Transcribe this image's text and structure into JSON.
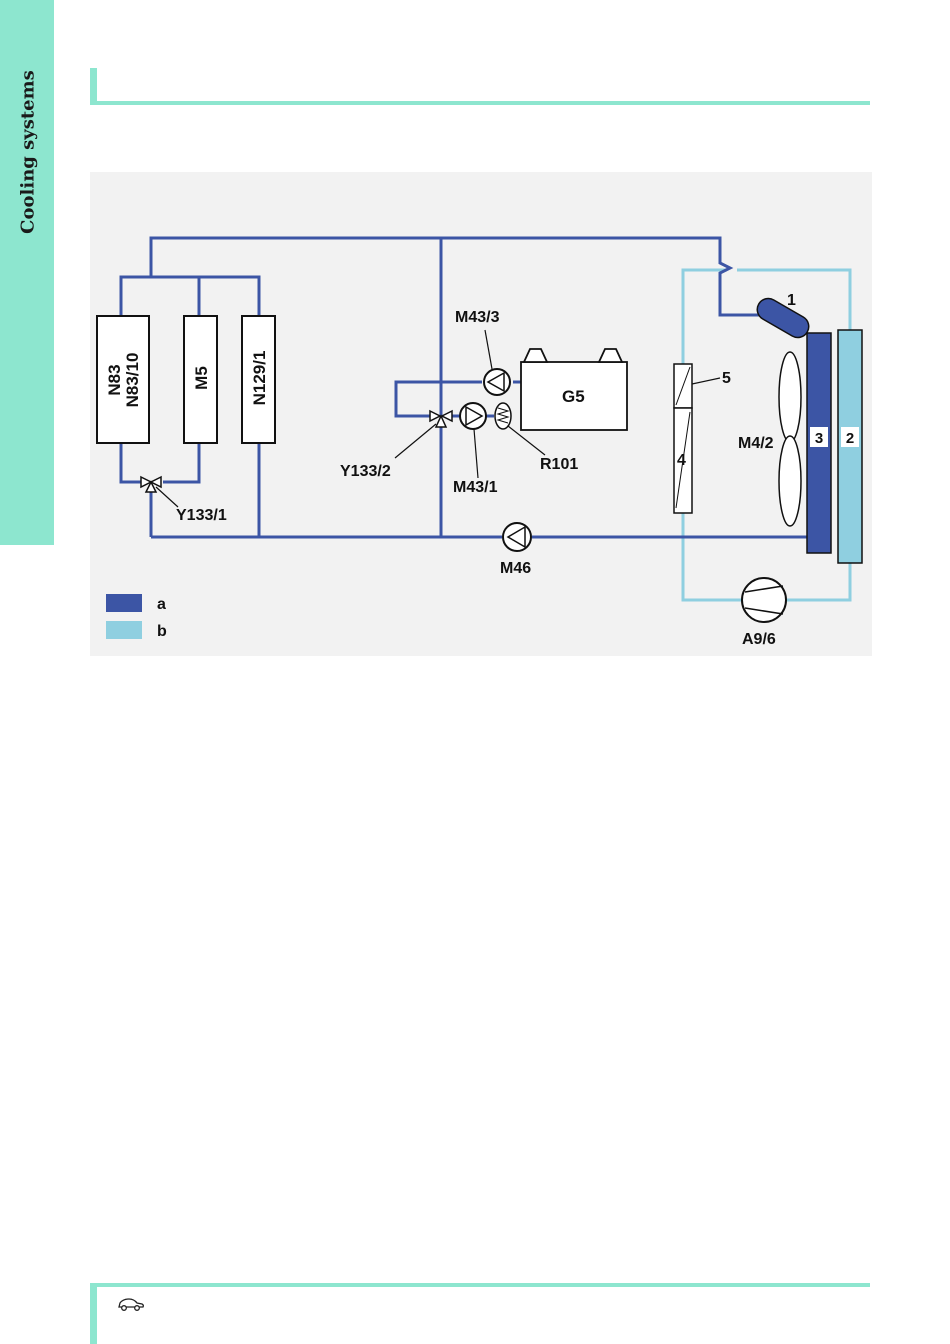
{
  "sidebar": {
    "title": "Cooling systems"
  },
  "diagram": {
    "components": {
      "n83": "N83",
      "n83_10": "N83/10",
      "m5": "M5",
      "n129_1": "N129/1",
      "y133_1": "Y133/1",
      "y133_2": "Y133/2",
      "m43_3": "M43/3",
      "m43_1": "M43/1",
      "g5": "G5",
      "r101": "R101",
      "m46": "M46",
      "num_1": "1",
      "num_2": "2",
      "num_3": "3",
      "num_4": "4",
      "num_5": "5",
      "m4_2": "M4/2",
      "a9_6": "A9/6"
    },
    "legend": [
      {
        "key": "a",
        "color": "#3c55a5"
      },
      {
        "key": "b",
        "color": "#8fcfe0"
      }
    ]
  },
  "footer": {
    "icon": "car-icon"
  },
  "colors": {
    "accent": "#8de6cf",
    "circuit_a": "#3c55a5",
    "circuit_b": "#8fcfe0",
    "panel": "#f2f2f2"
  }
}
